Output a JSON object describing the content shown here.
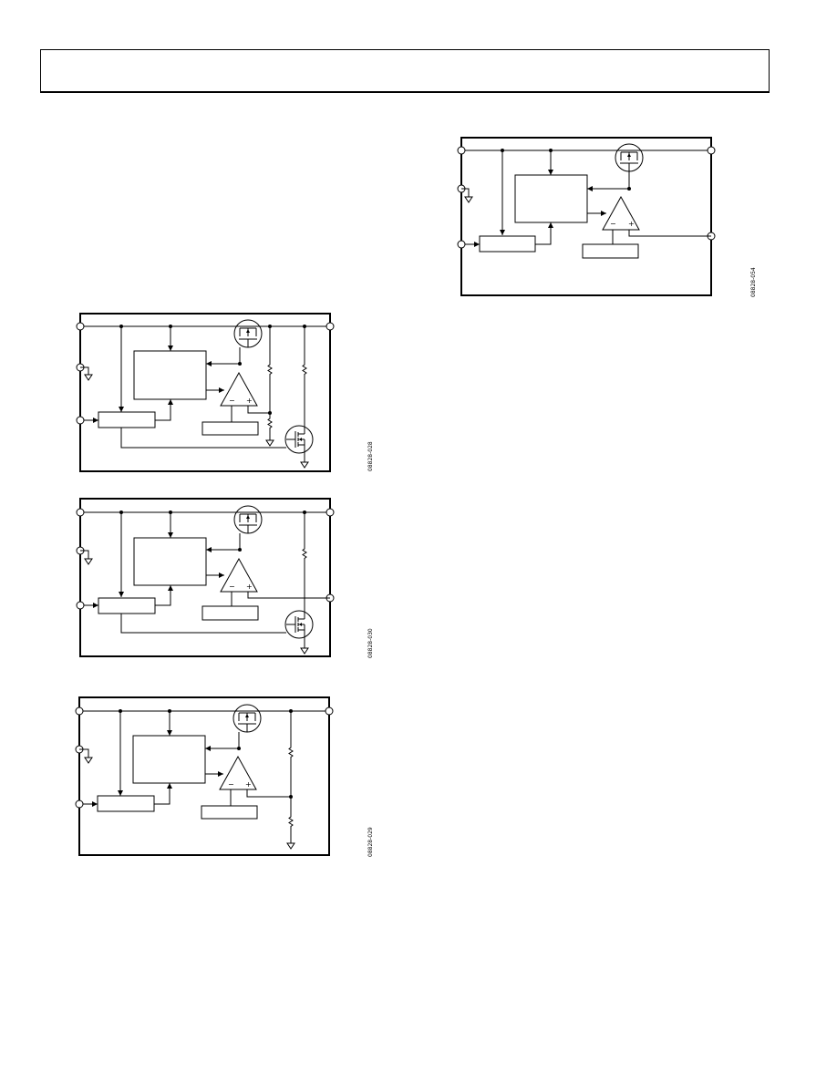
{
  "page": {
    "header": ""
  },
  "figures": {
    "fig_top_right": {
      "id": "08828-054"
    },
    "fig_1": {
      "id": "08828-028"
    },
    "fig_2": {
      "id": "08828-030"
    },
    "fig_3": {
      "id": "08828-029"
    }
  },
  "symbols": {
    "minus": "−",
    "plus": "+"
  }
}
